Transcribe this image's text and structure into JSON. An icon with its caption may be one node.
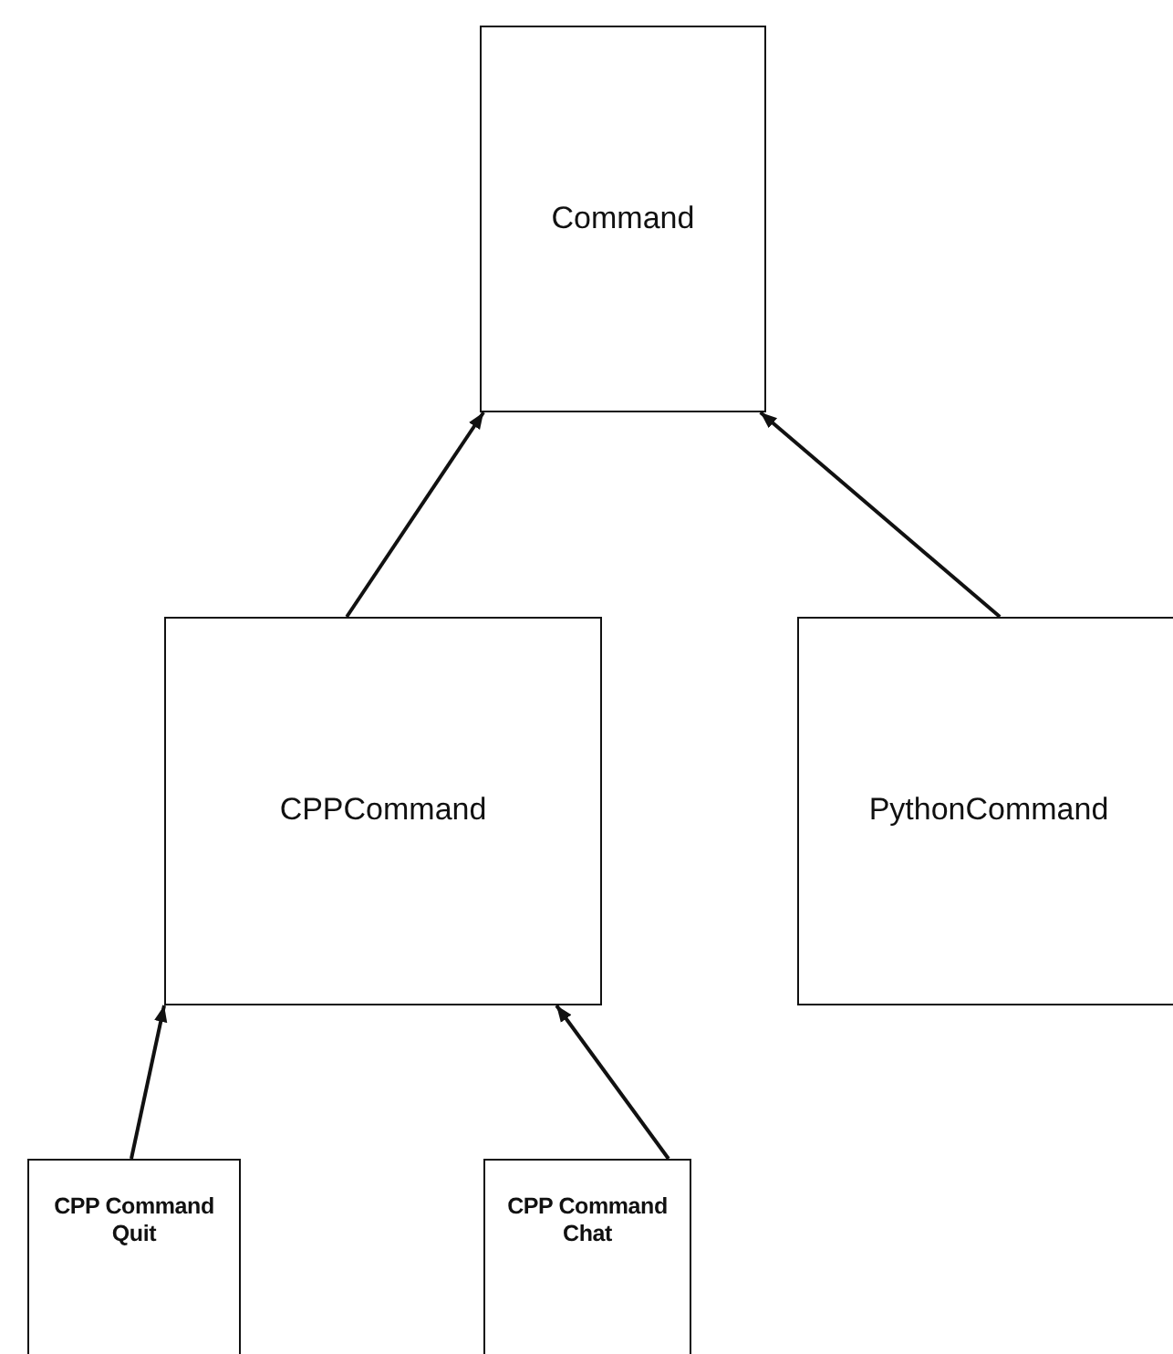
{
  "diagram": {
    "nodes": [
      {
        "text": [
          "Command"
        ]
      },
      {
        "text": [
          "CPPCommand"
        ]
      },
      {
        "text": [
          "PythonCommand"
        ]
      },
      {
        "text": [
          "CPP Command Quit"
        ]
      },
      {
        "text": [
          "CPP Command Chat"
        ]
      }
    ],
    "edges": [
      {
        "from": 1,
        "to": 0,
        "arrow": "to"
      },
      {
        "from": 2,
        "to": 0,
        "arrow": "to"
      },
      {
        "from": 3,
        "to": 1,
        "arrow": "to"
      },
      {
        "from": 4,
        "to": 1,
        "arrow": "to"
      }
    ]
  }
}
